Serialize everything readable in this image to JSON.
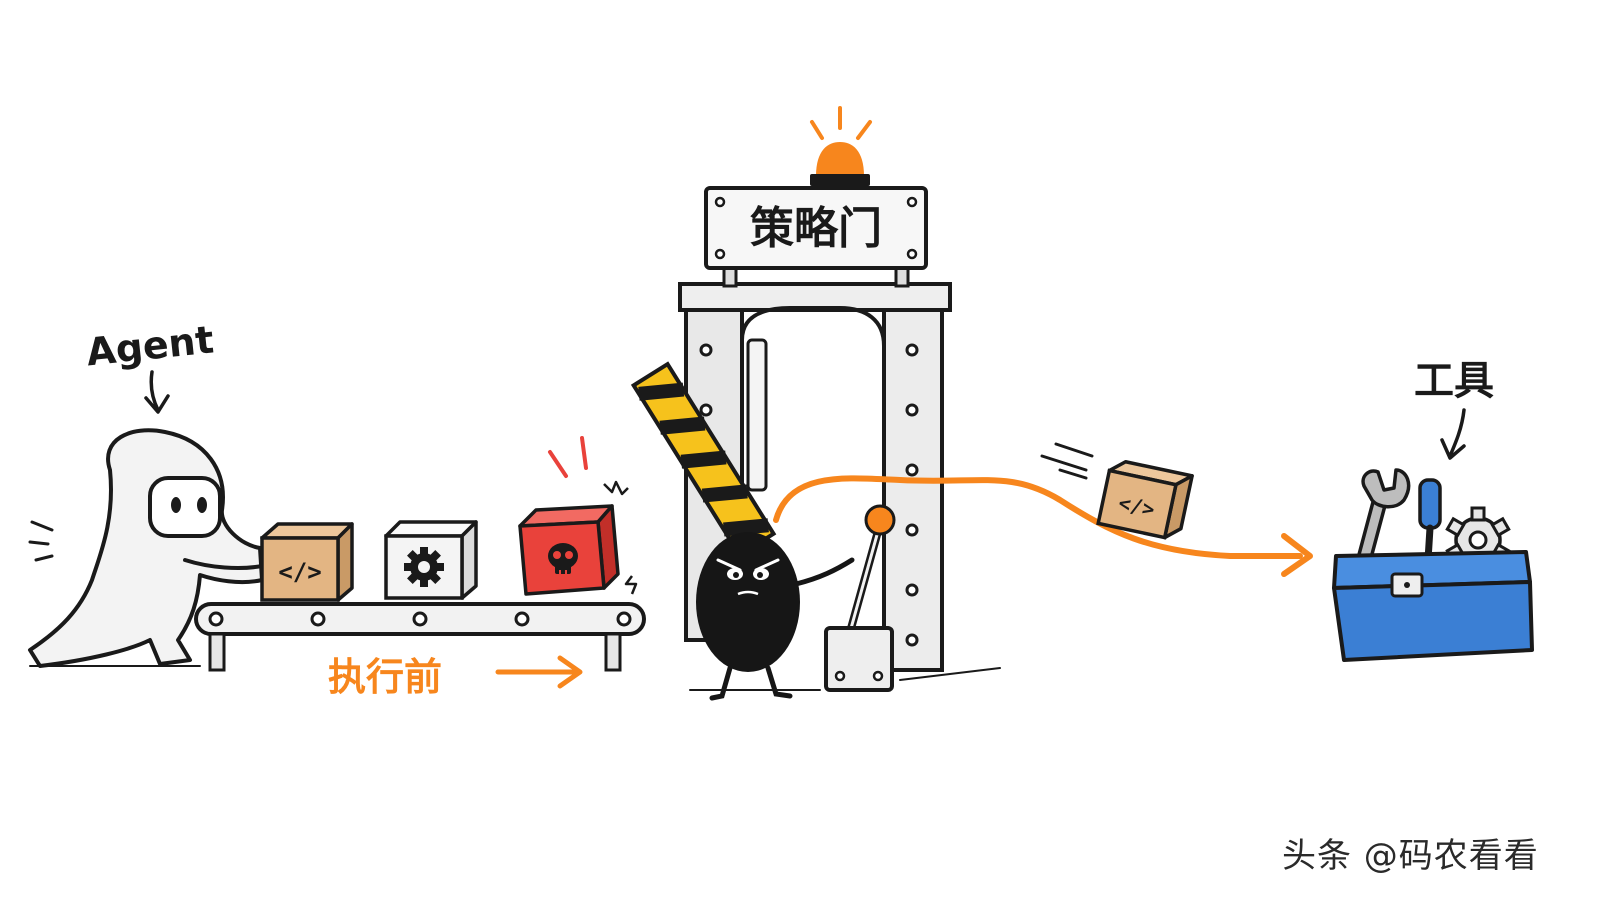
{
  "labels": {
    "agent": "Agent",
    "gate": "策略门",
    "before_exec": "执行前",
    "tools": "工具"
  },
  "watermark": "头条 @码农看看",
  "icons": {
    "code_box": "code-brackets-icon",
    "gear_box": "gear-icon",
    "danger_box": "skull-icon",
    "warning_light": "beacon-icon",
    "toolbox": "toolbox-icon",
    "wrench": "wrench-icon",
    "screwdriver": "screwdriver-icon"
  },
  "colors": {
    "accent": "#f7861d",
    "danger": "#e9423b",
    "box": "#e3b583",
    "toolbox": "#3b7fd4",
    "ink": "#1a1a1a",
    "gate": "#eeeeee",
    "barrier_yellow": "#f6c21c"
  }
}
